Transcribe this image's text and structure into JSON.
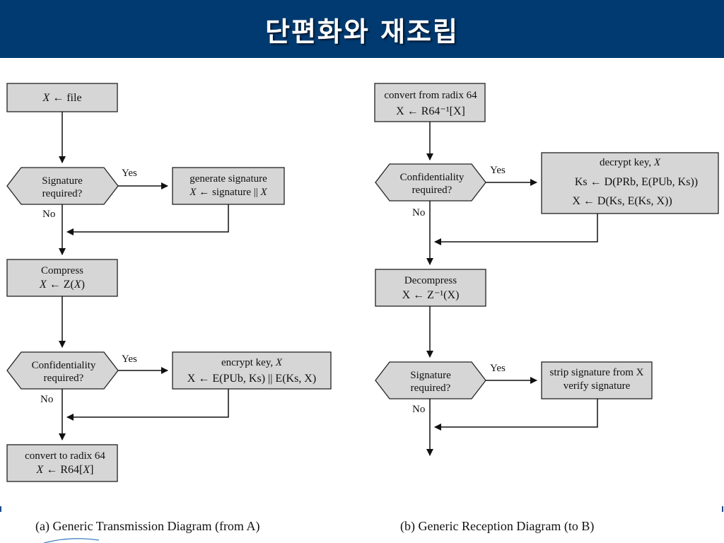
{
  "header": {
    "title": "단편화와 재조립"
  },
  "transmission": {
    "caption": "(a) Generic Transmission Diagram (from A)",
    "file_box": {
      "var": "X",
      "rest": " ← file"
    },
    "signature_decision": {
      "line1": "Signature",
      "line2": "required?",
      "yes": "Yes",
      "no": "No"
    },
    "generate_signature": {
      "line1": "generate signature",
      "var": "X",
      "rest": " ← signature || ",
      "var2": "X"
    },
    "compress": {
      "line1": "Compress",
      "var": "X",
      "rest": " ← Z(",
      "var2": "X",
      "close": ")"
    },
    "confidentiality_decision": {
      "line1": "Confidentiality",
      "line2": "required?",
      "yes": "Yes",
      "no": "No"
    },
    "encrypt": {
      "line1": "encrypt key, ",
      "line1_var": "X",
      "line2": "X ← E(PUb, Ks) || E(Ks, X)"
    },
    "radix": {
      "line1": "convert to radix 64",
      "var": "X",
      "rest": " ← R64[",
      "var2": "X",
      "close": "]"
    }
  },
  "reception": {
    "caption": "(b) Generic Reception Diagram (to B)",
    "radix_box": {
      "line1": "convert from radix 64",
      "line2": "X ← R64⁻¹[X]"
    },
    "confidentiality_decision": {
      "line1": "Confidentiality",
      "line2": "required?",
      "yes": "Yes",
      "no": "No"
    },
    "decrypt": {
      "line1": "decrypt key, ",
      "line1_var": "X",
      "line2": "Ks ← D(PRb, E(PUb, Ks))",
      "line3": "X ← D(Ks, E(Ks, X))"
    },
    "decompress": {
      "line1": "Decompress",
      "line2": "X ← Z⁻¹(X)"
    },
    "signature_decision": {
      "line1": "Signature",
      "line2": "required?",
      "yes": "Yes",
      "no": "No"
    },
    "strip": {
      "line1": "strip signature from X",
      "line2": "verify signature"
    }
  }
}
